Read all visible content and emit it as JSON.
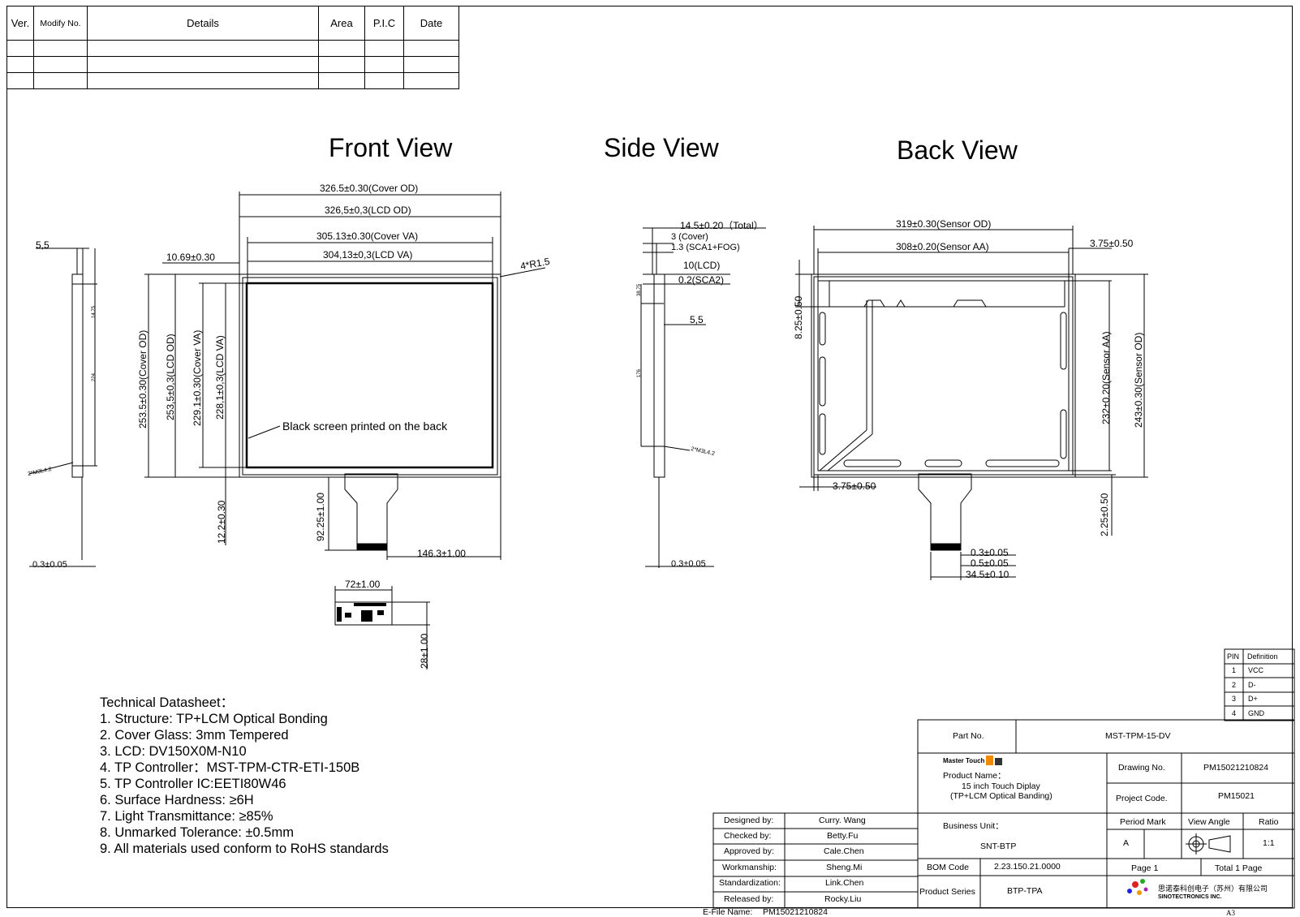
{
  "revision_table": {
    "headers": [
      "Ver.",
      "Modify No.",
      "Details",
      "Area",
      "P.I.C",
      "Date"
    ],
    "rows": [
      [
        "",
        "",
        "",
        "",
        "",
        ""
      ],
      [
        "",
        "",
        "",
        "",
        "",
        ""
      ],
      [
        "",
        "",
        "",
        "",
        "",
        ""
      ]
    ]
  },
  "views": {
    "front": "Front View",
    "side": "Side View",
    "back": "Back View"
  },
  "front_dims": {
    "cover_od_w": "326.5±0.30(Cover OD)",
    "lcd_od_w": "326,5±0,3(LCD OD)",
    "cover_va_w": "305.13±0.30(Cover VA)",
    "lcd_va_w": "304,13±0,3(LCD VA)",
    "offset": "10.69±0.30",
    "radius": "4*R1.5",
    "cover_od_h": "253.5±0.30(Cover  OD)",
    "lcd_od_h": "253,5±0,3(LCD OD)",
    "cover_va_h": "229.1±0.30(Cover VA)",
    "lcd_va_h": "228,1±0,3(LCD VA)",
    "bottom_gap": "12.2±0.30",
    "fpc_len": "92.25±1.00",
    "fpc_pos": "146.3±1.00",
    "note": "Black screen printed on the back",
    "fpc_w": "72±1.00",
    "fpc_h": "28±1.00"
  },
  "left_side_dims": {
    "t": "5,5",
    "b": "0.3±0.05",
    "a": "14.75",
    "c": "224",
    "hole": "2*M3L4.2"
  },
  "side_dims": {
    "total": "14.5±0.20（Total）",
    "cover": "3 (Cover)",
    "sca1": "1.3 (SCA1+FOG)",
    "lcd": "10(LCD)",
    "sca2": "0.2(SCA2)",
    "ss": "5,5",
    "bt": "0.3±0.05",
    "v1": "38.75",
    "v2": "176",
    "hole": "2*M3L4.2"
  },
  "back_dims": {
    "sensor_od_w": "319±0.30(Sensor OD)",
    "sensor_aa_w": "308±0.20(Sensor AA)",
    "right_off": "3.75±0.50",
    "top_off": "8.25±0.50",
    "left_off": "3.75±0.50",
    "sensor_aa_h": "232±0.20(Sensor AA)",
    "sensor_od_h": "243±0.30(Sensor OD)",
    "bottom_off": "2.25±0.50",
    "t1": "0.3±0.05",
    "t2": "0.5±0.05",
    "t3": "34.5±0.10"
  },
  "datasheet": {
    "title": "Technical Datasheet：",
    "items": [
      "1. Structure: TP+LCM  Optical  Bonding",
      "2. Cover Glass: 3mm  Tempered",
      "3. LCD: DV150X0M-N10",
      "4. TP Controller：MST-TPM-CTR-ETI-150B",
      "5. TP Controller IC:EETI80W46",
      "6. Surface Hardness: ≥6H",
      "7. Light Transmittance: ≥85%",
      "8. Unmarked Tolerance: ±0.5mm",
      "9. All materials used conform to RoHS standards"
    ]
  },
  "pin_table": {
    "headers": [
      "PIN",
      "Definition"
    ],
    "rows": [
      [
        "1",
        "VCC"
      ],
      [
        "2",
        "D-"
      ],
      [
        "3",
        "D+"
      ],
      [
        "4",
        "GND"
      ]
    ]
  },
  "title_block": {
    "part_no_label": "Part No.",
    "part_no": "MST-TPM-15-DV",
    "brand": "Master Touch",
    "product_name_label": "Product Name：",
    "product_name_1": "15 inch Touch Diplay",
    "product_name_2": "(TP+LCM Optical Banding)",
    "drawing_no_label": "Drawing No.",
    "drawing_no": "PM15021210824",
    "project_code_label": "Project Code.",
    "project_code": "PM15021",
    "business_unit_label": "Business Unit：",
    "business_unit": "SNT-BTP",
    "period_mark_label": "Period Mark",
    "period_mark": "A",
    "view_angle_label": "View Angle",
    "ratio_label": "Ratio",
    "ratio": "1:1",
    "bom_code_label": "BOM Code",
    "bom_code": "2.23.150.21.0000",
    "page": "Page 1",
    "total_page": "Total 1 Page",
    "product_series_label": "Product Series",
    "product_series": "BTP-TPA",
    "company_cn": "思诺泰科创电子（苏州）有限公司",
    "company_en": "SINOTECTRONICS INC.",
    "sheet_size": "A3",
    "efile_label": "E-File Name:",
    "efile": "PM15021210824",
    "signoffs": [
      {
        "label": "Designed by:",
        "name": "Curry. Wang"
      },
      {
        "label": "Checked by:",
        "name": "Betty.Fu"
      },
      {
        "label": "Approved by:",
        "name": "Cale.Chen"
      },
      {
        "label": "Workmanship:",
        "name": "Sheng.Mi"
      },
      {
        "label": "Standardization:",
        "name": "Link.Chen"
      },
      {
        "label": "Released by:",
        "name": "Rocky.Liu"
      }
    ]
  }
}
